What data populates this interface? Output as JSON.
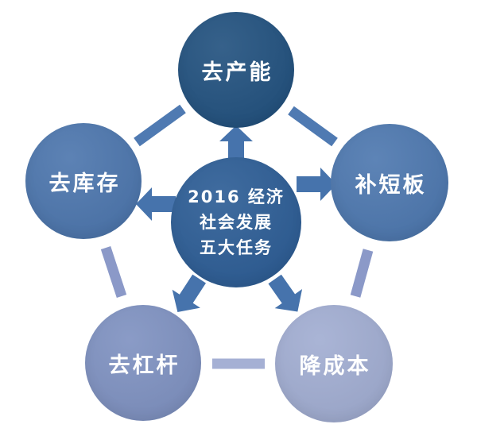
{
  "diagram": {
    "center": {
      "line1": "2016 经济",
      "line2": "社会发展",
      "line3": "五大任务",
      "color": "#2a5b94"
    },
    "nodes": [
      {
        "label": "去产能",
        "position": "top",
        "color": "#1f4f7d"
      },
      {
        "label": "补短板",
        "position": "right",
        "color": "#4b76ae"
      },
      {
        "label": "去库存",
        "position": "left",
        "color": "#4a74ac"
      },
      {
        "label": "去杠杆",
        "position": "bottom-left",
        "color": "#7d90c0"
      },
      {
        "label": "降成本",
        "position": "bottom-right",
        "color": "#a0acd1"
      }
    ],
    "arrow_color": "#4673ac",
    "connectors": {
      "top_left": "#4f7ab2",
      "top_right": "#4f7ab2",
      "left_bottom": "#8b99c8",
      "right_bottom": "#8b99c8",
      "bottom": "#a5b0d4"
    }
  }
}
